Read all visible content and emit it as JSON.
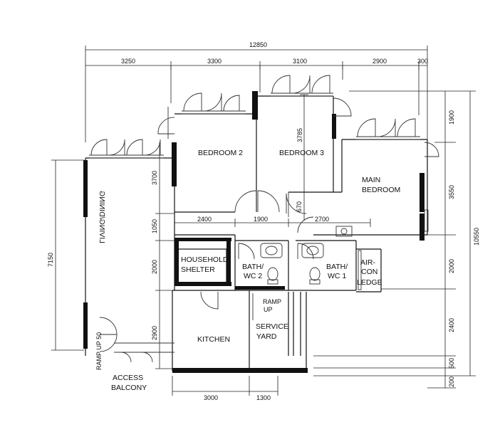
{
  "rooms": {
    "bedroom2": "BEDROOM 2",
    "bedroom3": "BEDROOM 3",
    "main_bedroom_1": "MAIN",
    "main_bedroom_2": "BEDROOM",
    "living_dining": "LIVING/DINING",
    "household_shelter_1": "HOUSEHOLD",
    "household_shelter_2": "SHELTER",
    "bath2_1": "BATH/",
    "bath2_2": "WC 2",
    "bath1_1": "BATH/",
    "bath1_2": "WC 1",
    "aircon_1": "AIR-",
    "aircon_2": "CON",
    "aircon_3": "LEDGE",
    "kitchen": "KITCHEN",
    "service_yard_1": "SERVICE",
    "service_yard_2": "YARD",
    "ramp_up_1": "RAMP",
    "ramp_up_2": "UP",
    "access_balcony_1": "ACCESS",
    "access_balcony_2": "BALCONY",
    "ramp_up_50": "RAMP UP 50"
  },
  "dimensions": {
    "top_total": "12850",
    "top_1": "3250",
    "top_2": "3300",
    "top_3": "3100",
    "top_4": "2900",
    "top_5": "300",
    "right_1": "1900",
    "right_2": "3550",
    "right_3": "2000",
    "right_4": "2400",
    "right_5": "500",
    "right_6": "200",
    "right_total": "10550",
    "left_total": "7150",
    "left_1": "3700",
    "left_2": "1050",
    "left_3": "2000",
    "left_4": "2900",
    "mid_1": "2400",
    "mid_2": "1900",
    "mid_3": "2700",
    "vertical_3785": "3785",
    "vertical_670": "670",
    "bottom_1": "3000",
    "bottom_2": "1300"
  }
}
